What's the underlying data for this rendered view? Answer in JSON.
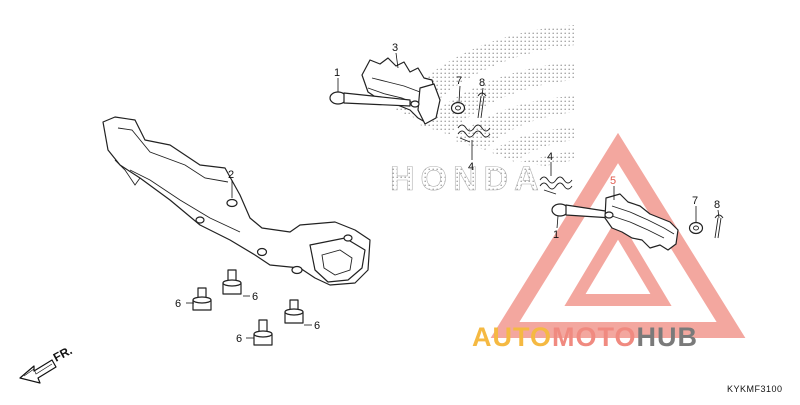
{
  "diagram": {
    "callouts": [
      {
        "id": "c1a",
        "label": "1"
      },
      {
        "id": "c1b",
        "label": "1"
      },
      {
        "id": "c2",
        "label": "2"
      },
      {
        "id": "c3",
        "label": "3"
      },
      {
        "id": "c4a",
        "label": "4"
      },
      {
        "id": "c4b",
        "label": "4"
      },
      {
        "id": "c5",
        "label": "5"
      },
      {
        "id": "c6a",
        "label": "6"
      },
      {
        "id": "c6b",
        "label": "6"
      },
      {
        "id": "c6c",
        "label": "6"
      },
      {
        "id": "c6d",
        "label": "6"
      },
      {
        "id": "c7a",
        "label": "7"
      },
      {
        "id": "c7b",
        "label": "7"
      },
      {
        "id": "c8a",
        "label": "8"
      },
      {
        "id": "c8b",
        "label": "8"
      }
    ],
    "front_arrow_label": "FR.",
    "diagram_code": "KYKMF3100",
    "watermark_brand": "HONDA",
    "logo": {
      "part1": "AUTO",
      "part2": "MOTO",
      "part3": "HUB",
      "color1": "#f5b942",
      "color2": "#f08a80",
      "color3": "#7a7a7a"
    }
  }
}
